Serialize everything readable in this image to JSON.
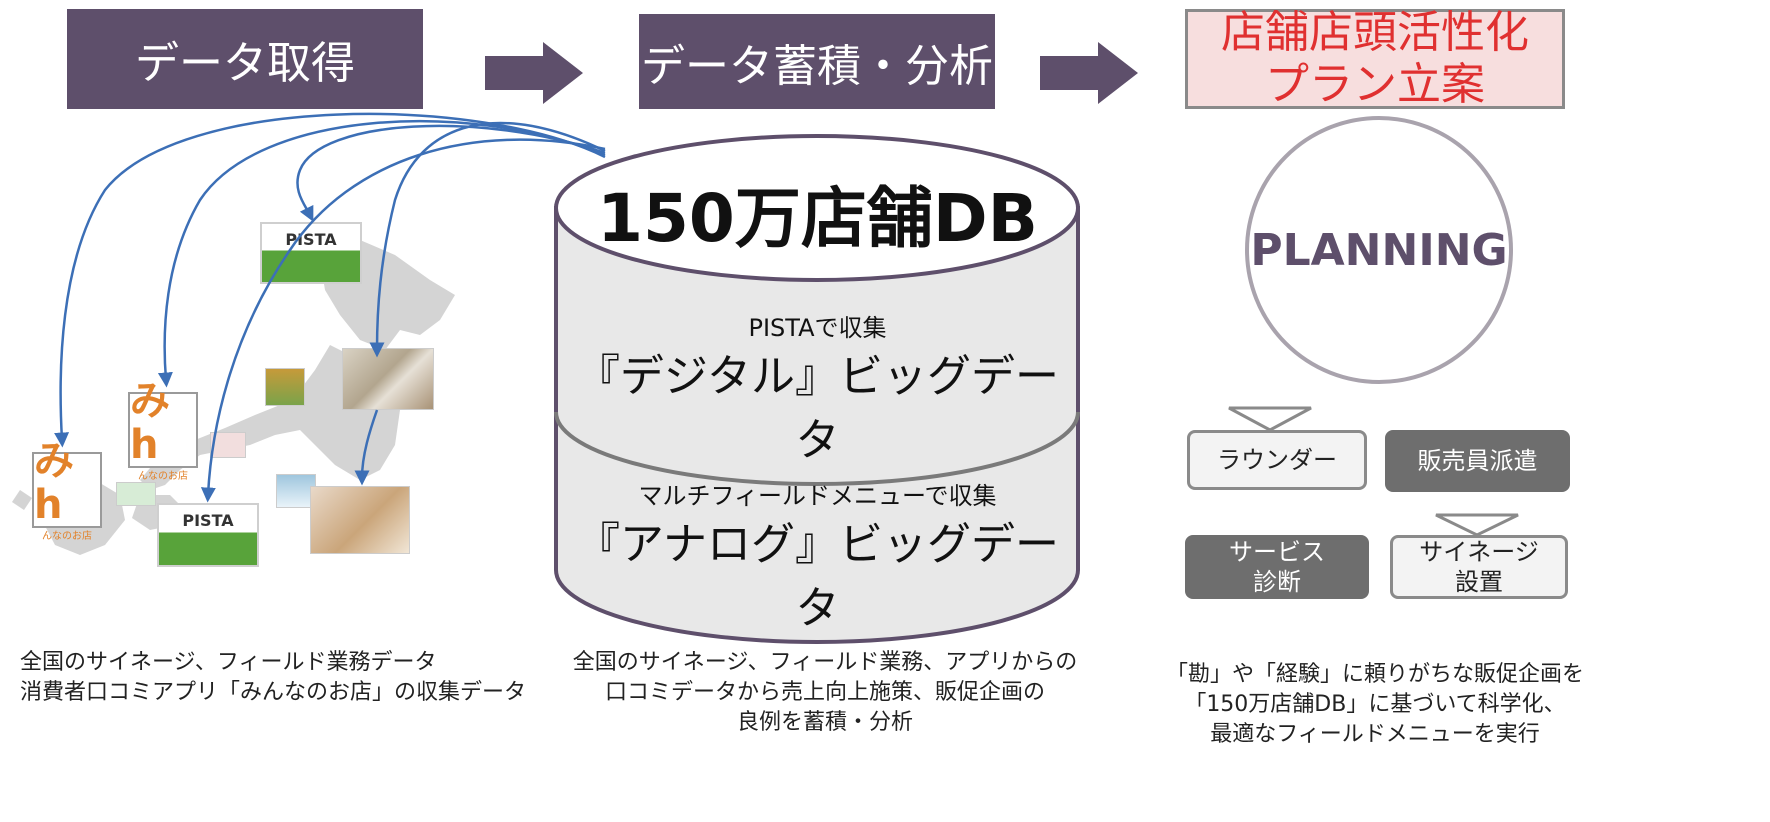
{
  "stages": {
    "acquire": "データ取得",
    "analyze": "データ蓄積・分析",
    "plan_line1": "店舗店頭活性化",
    "plan_line2": "プラン立案"
  },
  "database": {
    "title": "150万店舗DB",
    "digital_caption": "PISTAで収集",
    "digital_label": "『デジタル』ビッグデータ",
    "analog_caption": "マルチフィールドメニューで収集",
    "analog_label": "『アナログ』ビッグデータ"
  },
  "map_tiles": {
    "pista": "PISTA",
    "minna_logo": "みh",
    "minna_name": "んなのお店"
  },
  "planning": {
    "circle_label": "PLANNING",
    "rounder": "ラウンダー",
    "dispatch": "販売員派遣",
    "service_line1": "サービス",
    "service_line2": "診断",
    "signage_line1": "サイネージ",
    "signage_line2": "設置"
  },
  "captions": {
    "left_line1": "全国のサイネージ、フィールド業務データ",
    "left_line2": "消費者口コミアプリ「みんなのお店」の収集データ",
    "middle_line1": "全国のサイネージ、フィールド業務、アプリからの",
    "middle_line2": "口コミデータから売上向上施策、販促企画の",
    "middle_line3": "良例を蓄積・分析",
    "right_line1": "「勘」や「経験」に頼りがちな販促企画を",
    "right_line2": "「150万店舗DB」に基づいて科学化、",
    "right_line3": "最適なフィールドメニューを実行"
  },
  "colors": {
    "stage_bg": "#5e4f6b",
    "plan_bg": "#f7dede",
    "plan_text": "#e03030",
    "arrow": "#5e4f6b",
    "flow_arrow": "#3c6fb6",
    "dark_box": "#6e6e6e",
    "circle_border": "#a9a3ad"
  }
}
